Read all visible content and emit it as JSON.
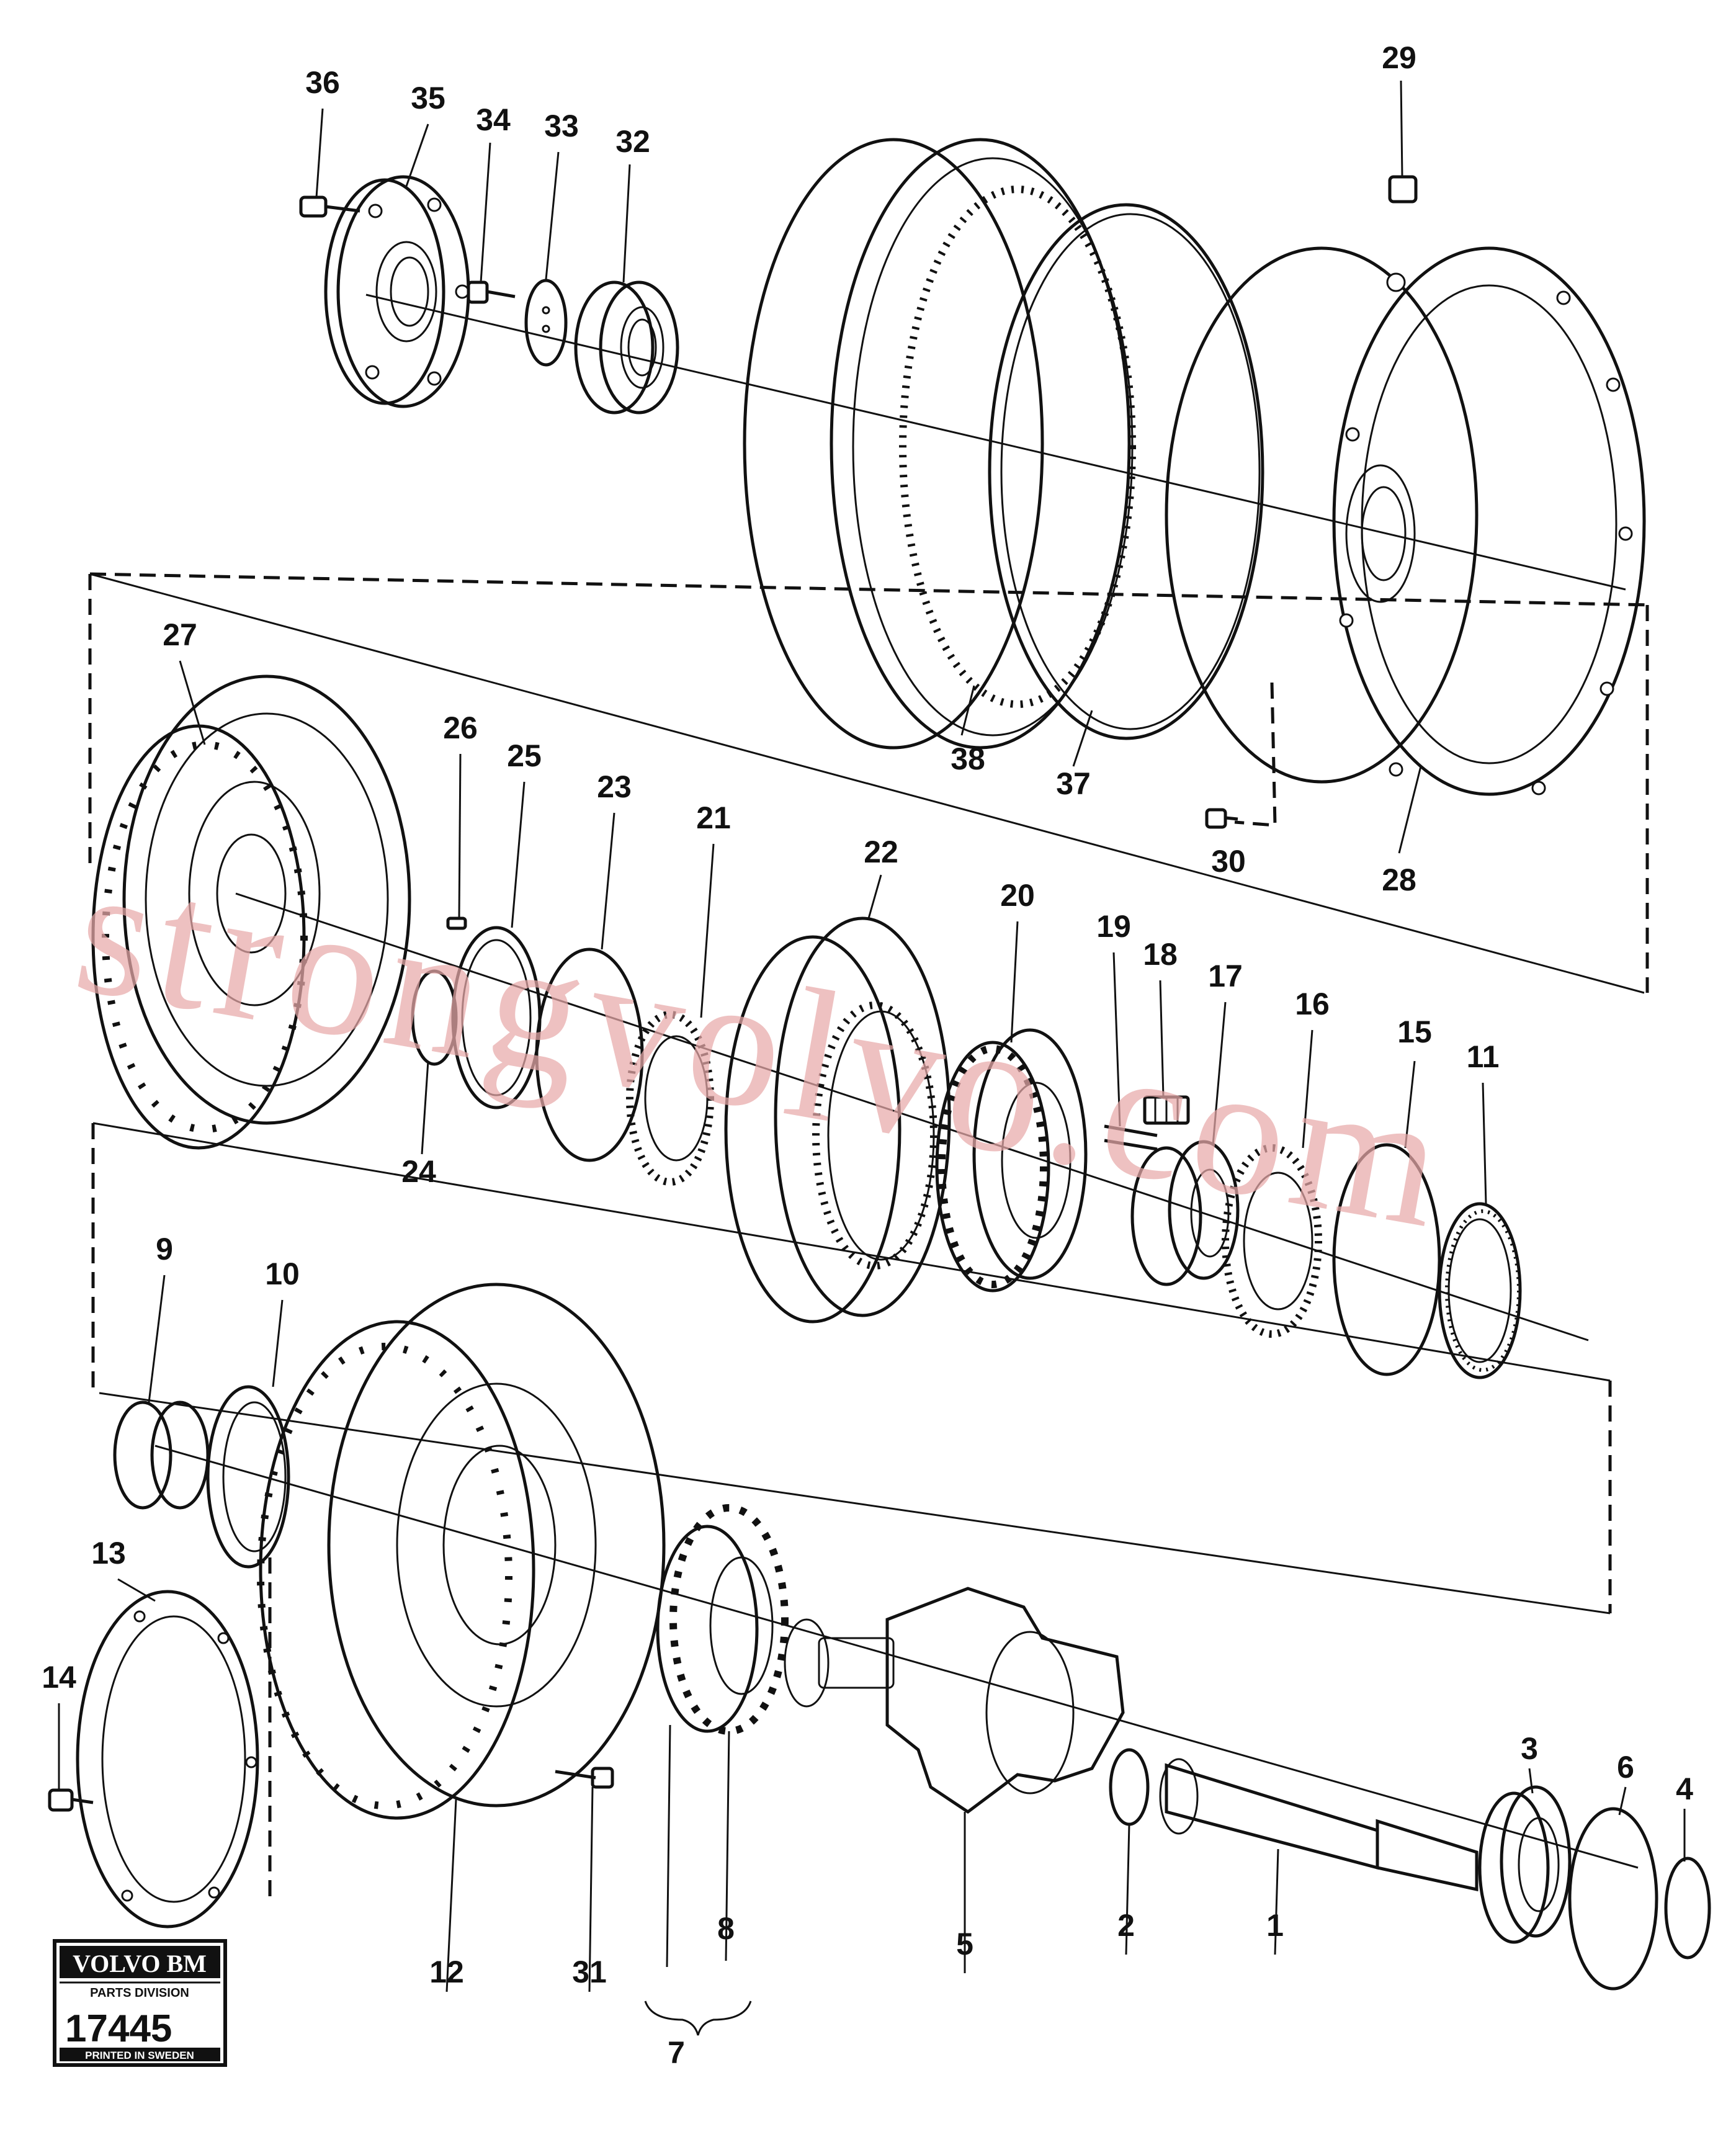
{
  "diagram": {
    "callouts": [
      "1",
      "2",
      "3",
      "4",
      "5",
      "6",
      "7",
      "8",
      "9",
      "10",
      "11",
      "12",
      "13",
      "14",
      "15",
      "16",
      "17",
      "18",
      "19",
      "20",
      "21",
      "22",
      "23",
      "24",
      "25",
      "26",
      "27",
      "28",
      "29",
      "30",
      "31",
      "32",
      "33",
      "34",
      "35",
      "36",
      "37",
      "38"
    ],
    "watermark": "strongvolvo.com",
    "stamp": {
      "brand": "VOLVO BM",
      "division": "PARTS DIVISION",
      "number": "17445",
      "origin": "PRINTED IN SWEDEN"
    }
  }
}
